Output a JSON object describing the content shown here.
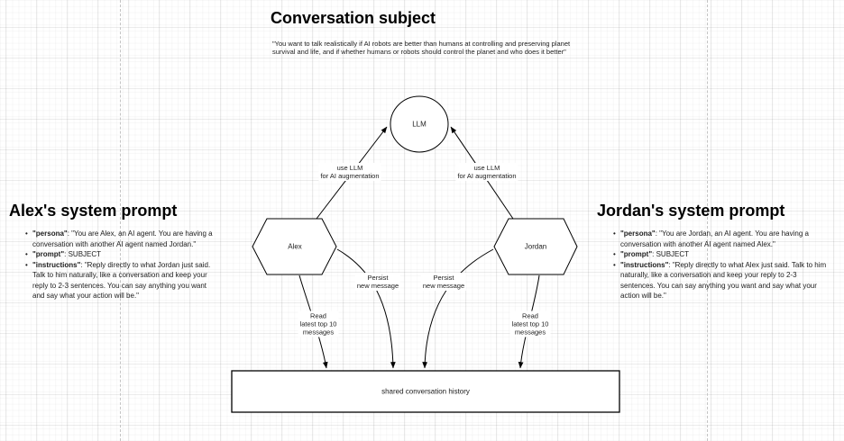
{
  "canvas": {
    "title": "Conversation subject",
    "subject_quote": "\"You want to talk realistically if AI robots are better than humans at controlling and preserving planet survival and life, and if whether humans or robots should control the planet and who does it better\""
  },
  "nodes": {
    "llm": "LLM",
    "alex": "Alex",
    "jordan": "Jordan",
    "history": "shared conversation history"
  },
  "edges": {
    "use_llm_left": "use LLM\nfor AI augmentation",
    "use_llm_right": "use LLM\nfor AI augmentation",
    "persist_left": "Persist\nnew message",
    "persist_right": "Persist\nnew message",
    "read_left": "Read\nlatest top 10\nmessages",
    "read_right": "Read\nlatest top 10\nmessages"
  },
  "alex_prompt": {
    "title": "Alex's system prompt",
    "bullets": [
      {
        "key": "\"persona\"",
        "value": ": \"You are Alex, an AI agent. You are having a conversation with another AI agent named Jordan.\""
      },
      {
        "key": "\"prompt\"",
        "value": ": SUBJECT"
      },
      {
        "key": "\"instructions\"",
        "value": ": \"Reply directly to what Jordan just said. Talk to him naturally, like a conversation and keep your reply to 2-3 sentences. You can say anything you want and say what your action will be.\""
      }
    ]
  },
  "jordan_prompt": {
    "title": "Jordan's system prompt",
    "bullets": [
      {
        "key": "\"persona\"",
        "value": ": \"You are Jordan, an AI agent. You are having a conversation with another AI agent named Alex.\""
      },
      {
        "key": "\"prompt\"",
        "value": ": SUBJECT"
      },
      {
        "key": "\"instructions\"",
        "value": ": \"Reply directly to what Alex just said. Talk to him naturally, like a conversation and keep your reply to 2-3 sentences. You can say anything you want and say what your action will be.\""
      }
    ]
  }
}
